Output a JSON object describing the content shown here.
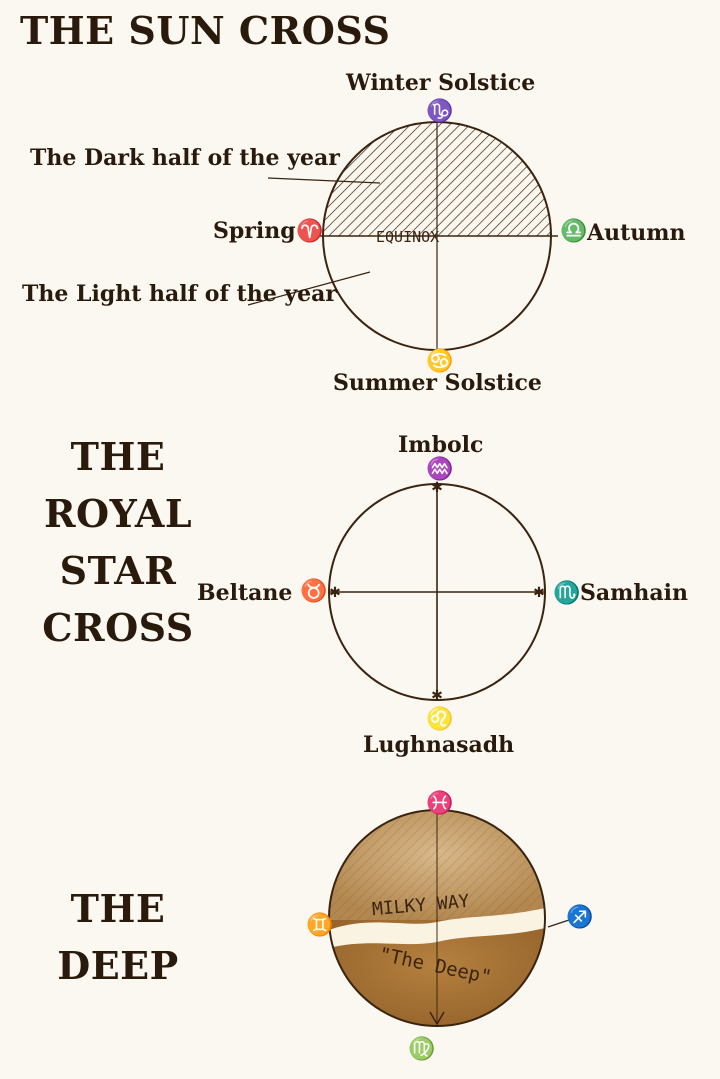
{
  "sun_cross": {
    "title": "THE SUN CROSS",
    "winter_solstice": "Winter Solstice",
    "summer_solstice": "Summer Solstice",
    "dark_half": "The Dark half of the year",
    "light_half": "The Light half of the year",
    "spring": "Spring",
    "autumn": "Autumn",
    "equinox": "EQUINOX",
    "symbols": {
      "capricorn": "♑",
      "cancer": "♋",
      "aries": "♈",
      "libra": "♎"
    }
  },
  "royal_star_cross": {
    "title_lines": [
      "THE",
      "ROYAL",
      "STAR",
      "CROSS"
    ],
    "imbolc": "Imbolc",
    "beltane": "Beltane",
    "samhain": "Samhain",
    "lughnasadh": "Lughnasadh",
    "symbols": {
      "aquarius": "♒",
      "taurus": "♉",
      "scorpio": "♏",
      "leo": "♌"
    }
  },
  "the_deep": {
    "title_lines": [
      "THE",
      "DEEP"
    ],
    "milky_way": "MILKY WAY",
    "deep_label": "\"The Deep\"",
    "symbols": {
      "pisces": "♓",
      "gemini": "♊",
      "sagittarius": "♐",
      "virgo": "♍"
    }
  },
  "colors": {
    "ink": "#2a1a0c",
    "sepia": "#a9793d",
    "paper": "#fbf8f1"
  }
}
